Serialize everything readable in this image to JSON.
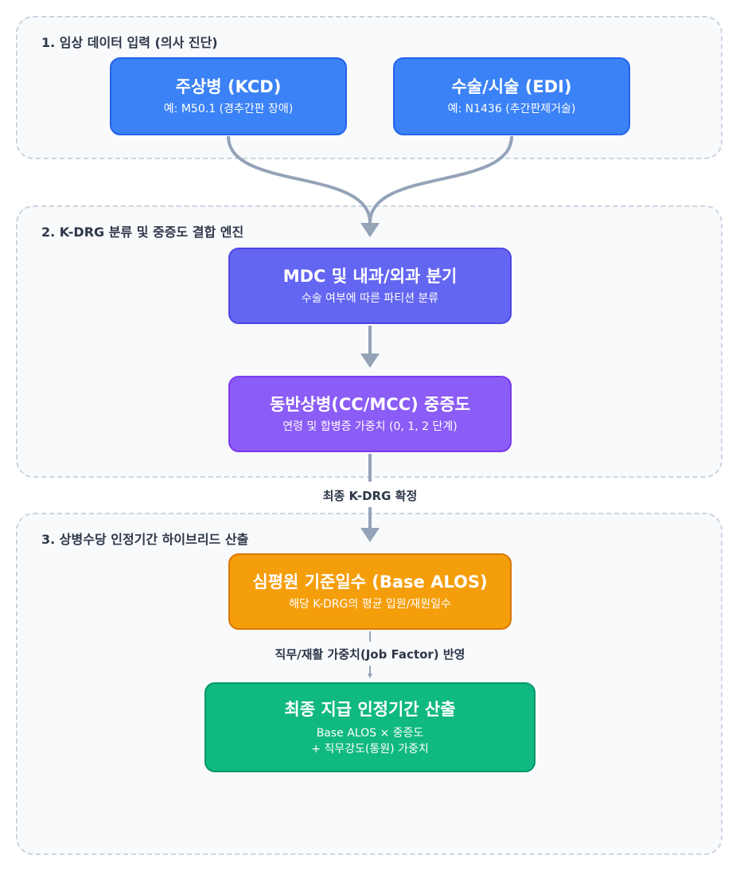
{
  "sections": {
    "s1": "1. 임상 데이터 입력 (의사 진단)",
    "s2": "2. K-DRG 분류 및 중증도 결합 엔진",
    "s3": "3. 상병수당 인정기간 하이브리드 산출"
  },
  "nodes": {
    "kcd": {
      "title": "주상병 (KCD)",
      "sub": "예: M50.1 (경추간판 장애)"
    },
    "edi": {
      "title": "수술/시술 (EDI)",
      "sub": "예: N1436 (추간판제거술)"
    },
    "mdc": {
      "title": "MDC 및 내과/외과 분기",
      "sub": "수술 여부에 따른 파티션 분류"
    },
    "cc": {
      "title": "동반상병(CC/MCC) 중증도",
      "sub": "연령 및 합병증 가중치 (0, 1, 2 단계)"
    },
    "alos": {
      "title": "심평원 기준일수 (Base ALOS)",
      "sub": "해당 K-DRG의 평균 입원/재원일수"
    },
    "final": {
      "title": "최종 지급 인정기간 산출",
      "sub1": "Base ALOS × 중증도",
      "sub2": "+ 직무강도(통원) 가중치"
    }
  },
  "edge_labels": {
    "kdrg": "최종 K-DRG 확정",
    "job": "직무/재활 가중치(Job Factor) 반영"
  },
  "colors": {
    "input": "#3b82f6",
    "mdc": "#6366f1",
    "cc": "#8b5cf6",
    "alos": "#f59e0b",
    "final": "#10b981",
    "connector": "#94a3b8"
  }
}
